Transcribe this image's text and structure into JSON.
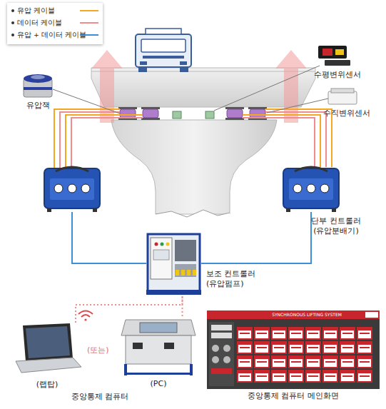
{
  "diagram": {
    "nodes": [
      {
        "text": [
          "유압잭"
        ]
      },
      {
        "text": [
          "수평변위센서"
        ]
      },
      {
        "text": [
          "수직변위센서"
        ]
      },
      {
        "text": [
          "단부 컨트롤러 (유압분배기)"
        ]
      },
      {
        "text": [
          "보조 컨트롤러 (유압펌프)"
        ]
      },
      {
        "text": [
          "(랩탑)"
        ]
      },
      {
        "text": [
          "(PC)"
        ]
      },
      {
        "text": [
          "SYNCHRONOUS LIFTING SYSTEM",
          "중앙통제 컴퓨터 메인화면"
        ]
      }
    ],
    "edges": [
      {
        "from": 3,
        "to": 4,
        "arrow": "none"
      },
      {
        "from": 5,
        "to": 4,
        "arrow": "none"
      },
      {
        "from": 6,
        "to": 4,
        "arrow": "none"
      }
    ],
    "labels": [
      "(또는)",
      "중앙통제 컴퓨터"
    ],
    "legend": [
      {
        "text": "유압 케이블",
        "color": "#f5a623"
      },
      {
        "text": "데이터 케이블",
        "color": "#f08c8c"
      },
      {
        "text": "유압 + 데이터 케이블",
        "color": "#3d8fd9"
      }
    ]
  }
}
